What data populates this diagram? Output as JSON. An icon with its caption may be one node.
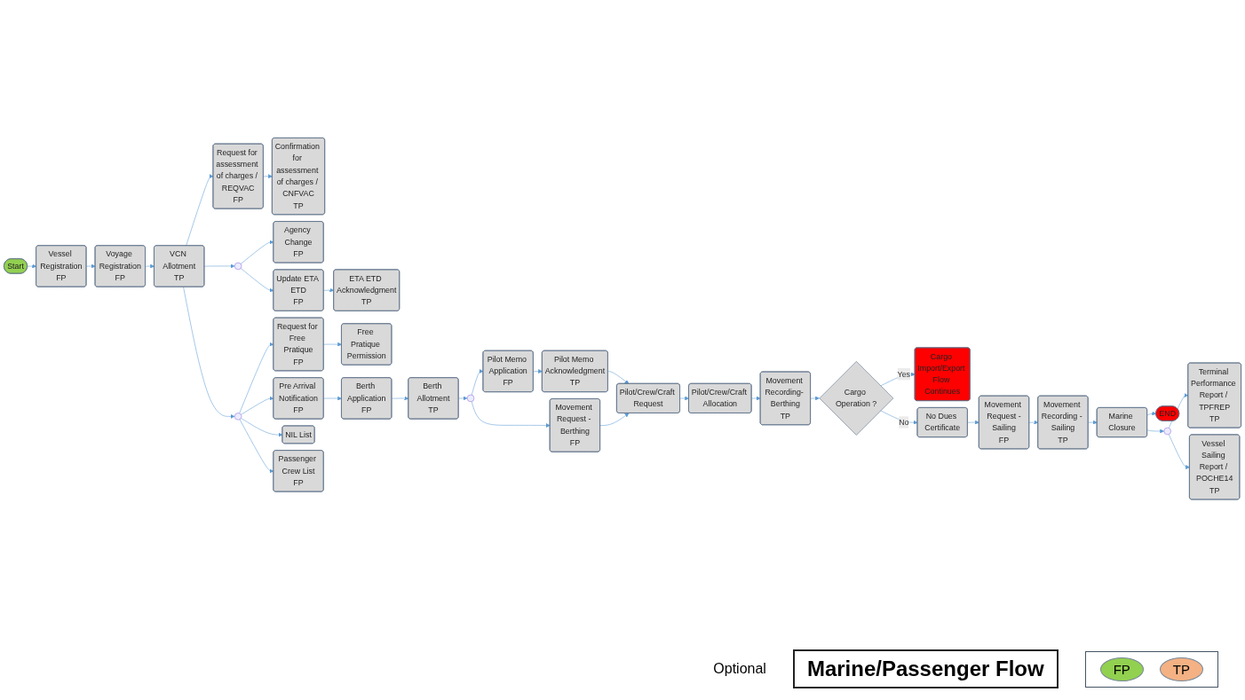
{
  "diagram": {
    "title": "Marine/Passenger Flow",
    "nodes": [
      {
        "text": [
          "Start"
        ]
      },
      {
        "text": [
          "Vessel Registration",
          "FP"
        ]
      },
      {
        "text": [
          "Voyage Registration",
          "FP"
        ]
      },
      {
        "text": [
          "VCN Allotment",
          "TP"
        ]
      },
      {
        "text": [
          "Request for assessment of charges / REQVAC",
          "FP"
        ]
      },
      {
        "text": [
          "Confirmation for assessment of charges / CNFVAC",
          "TP"
        ]
      },
      {
        "text": [],
        "shape": "circle"
      },
      {
        "text": [
          "Agency Change",
          "FP"
        ]
      },
      {
        "text": [
          "Update ETA ETD",
          "FP"
        ]
      },
      {
        "text": [
          "ETA ETD Acknowledgment",
          "TP"
        ]
      },
      {
        "text": [],
        "shape": "circle"
      },
      {
        "text": [
          "Request for Free Pratique",
          "FP"
        ]
      },
      {
        "text": [
          "Free Pratique Permission"
        ]
      },
      {
        "text": [
          "Pre Arrival Notification",
          "FP"
        ]
      },
      {
        "text": [
          "Berth Application",
          "FP"
        ]
      },
      {
        "text": [
          "Berth Allotment",
          "TP"
        ]
      },
      {
        "text": [
          "NIL List"
        ]
      },
      {
        "text": [
          "Passenger Crew List",
          "FP"
        ]
      },
      {
        "text": [],
        "shape": "circle"
      },
      {
        "text": [
          "Movement Request - Berthing",
          "FP"
        ]
      },
      {
        "text": [
          "Pilot Memo Application",
          "FP"
        ]
      },
      {
        "text": [
          "Pilot Memo Acknowledgment",
          "TP"
        ]
      },
      {
        "text": [
          "Pilot/Crew/Craft Request"
        ]
      },
      {
        "text": [
          "Pilot/Crew/Craft Allocation"
        ]
      },
      {
        "text": [
          "Movement Recording- Berthing",
          "TP"
        ]
      },
      {
        "text": [
          "Cargo Operation ?"
        ]
      },
      {
        "text": [
          "Cargo Import/Export Flow Continues"
        ]
      },
      {
        "text": [
          "No Dues Certificate"
        ]
      },
      {
        "text": [
          "Movement Request -Sailing",
          "FP"
        ]
      },
      {
        "text": [
          "Movement Recording - Sailing",
          "TP"
        ]
      },
      {
        "text": [
          "Marine Closure"
        ]
      },
      {
        "text": [
          "END"
        ]
      },
      {
        "text": [],
        "shape": "circle"
      },
      {
        "text": [
          "Terminal Performance Report / TPFREP",
          "TP"
        ]
      },
      {
        "text": [
          "Vessel Sailing Report / POCHE14",
          "TP"
        ]
      }
    ],
    "edges": [
      {
        "from": 0,
        "to": 1,
        "arrow": "to"
      },
      {
        "from": 1,
        "to": 2,
        "arrow": "to"
      },
      {
        "from": 2,
        "to": 3,
        "arrow": "to"
      },
      {
        "from": 3,
        "to": 4,
        "arrow": "to"
      },
      {
        "from": 4,
        "to": 5,
        "arrow": "to"
      },
      {
        "from": 3,
        "to": 6,
        "arrow": "to"
      },
      {
        "from": 6,
        "to": 7,
        "arrow": "to"
      },
      {
        "from": 6,
        "to": 8,
        "arrow": "to"
      },
      {
        "from": 8,
        "to": 9,
        "arrow": "to"
      },
      {
        "from": 3,
        "to": 10,
        "arrow": "to"
      },
      {
        "from": 10,
        "to": 11,
        "arrow": "to"
      },
      {
        "from": 11,
        "to": 12,
        "arrow": "to"
      },
      {
        "from": 10,
        "to": 13,
        "arrow": "to"
      },
      {
        "from": 13,
        "to": 14,
        "arrow": "to"
      },
      {
        "from": 14,
        "to": 15,
        "arrow": "to"
      },
      {
        "from": 10,
        "to": 16,
        "arrow": "to"
      },
      {
        "from": 10,
        "to": 17,
        "arrow": "to"
      },
      {
        "from": 15,
        "to": 18,
        "arrow": "to"
      },
      {
        "from": 18,
        "to": 19,
        "arrow": "to"
      },
      {
        "from": 18,
        "to": 20,
        "arrow": "to"
      },
      {
        "from": 20,
        "to": 21,
        "arrow": "to"
      },
      {
        "from": 21,
        "to": 22,
        "arrow": "to"
      },
      {
        "from": 19,
        "to": 22,
        "arrow": "to"
      },
      {
        "from": 22,
        "to": 23,
        "arrow": "to"
      },
      {
        "from": 23,
        "to": 24,
        "arrow": "to"
      },
      {
        "from": 24,
        "to": 25,
        "arrow": "to"
      },
      {
        "from": 25,
        "to": 27,
        "label": "No",
        "arrow": "to"
      },
      {
        "from": 25,
        "to": 26,
        "label": "Yes",
        "arrow": "to"
      },
      {
        "from": 27,
        "to": 28,
        "arrow": "to"
      },
      {
        "from": 28,
        "to": 29,
        "arrow": "to"
      },
      {
        "from": 29,
        "to": 30,
        "arrow": "to"
      },
      {
        "from": 30,
        "to": 31,
        "arrow": "to"
      },
      {
        "from": 30,
        "to": 32,
        "arrow": "to"
      },
      {
        "from": 32,
        "to": 33,
        "arrow": "to"
      },
      {
        "from": 32,
        "to": 34,
        "arrow": "to"
      }
    ],
    "labels": [
      "Optional"
    ],
    "legend": [
      {
        "text": "FP",
        "color": "#92d050"
      },
      {
        "text": "TP",
        "color": "#f4b183"
      }
    ]
  }
}
